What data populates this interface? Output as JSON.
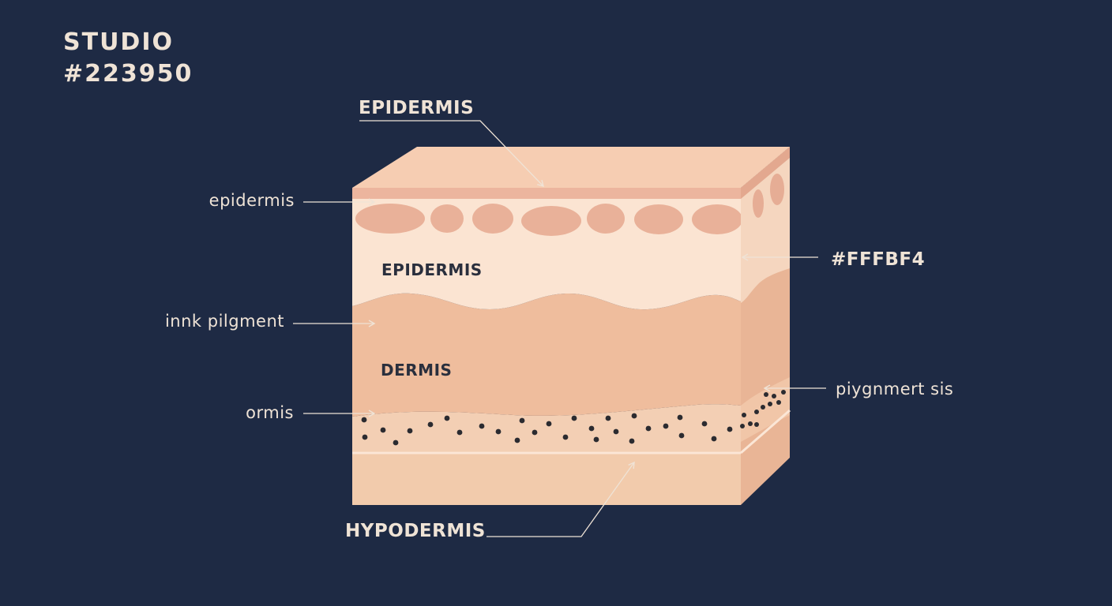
{
  "header": {
    "line1": "STUDIO",
    "line2": "#223950"
  },
  "labels": {
    "top_epidermis": "EPIDERMIS",
    "left_epidermis": "epidermis",
    "inner_epidermis": "EPIDERMIS",
    "color_code": "#FFFBF4",
    "ink_pigment": "innk pilgment",
    "inner_dermis": "DERMIS",
    "pigment_right": "piygnmert sis",
    "ormis": "ormis",
    "hypodermis": "HYPODERMIS"
  },
  "colors": {
    "background": "#1e2a44",
    "label_light": "#efe3d6",
    "label_dark": "#2a2f3d",
    "top_face": "#f6cdb2",
    "upper_layer": "#fbe4d2",
    "cells": "#e9b199",
    "dermis": "#efbd9d",
    "pigment_band": "#f3cfb4",
    "hypodermis": "#f2cbac",
    "side_face": "#e9b596",
    "pigment_dot": "#2b2b30"
  }
}
